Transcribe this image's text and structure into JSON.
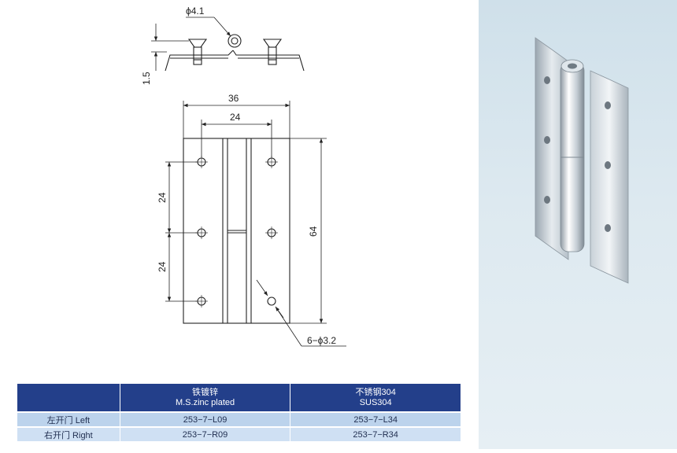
{
  "dimensions": {
    "pin_diameter": "ϕ4.1",
    "leaf_thickness": "1.5",
    "overall_width": "36",
    "hole_spacing_horizontal": "24",
    "hole_spacing_vertical_upper": "24",
    "hole_spacing_vertical_lower": "24",
    "overall_height": "64",
    "hole_callout": "6−ϕ3.2"
  },
  "table": {
    "header": {
      "col1_cn": "铁镀锌",
      "col1_en": "M.S.zinc plated",
      "col2_cn": "不锈钢304",
      "col2_en": "SUS304"
    },
    "rows": [
      {
        "label": "左开门 Left",
        "zinc": "253−7−L09",
        "sus": "253−7−L34"
      },
      {
        "label": "右开门 Right",
        "zinc": "253−7−R09",
        "sus": "253−7−R34"
      }
    ]
  },
  "colors": {
    "table_header": "#233f8a",
    "row_left": "#bcd3ec",
    "row_right": "#cfe0f3",
    "photo_background": "#dde9f0"
  }
}
